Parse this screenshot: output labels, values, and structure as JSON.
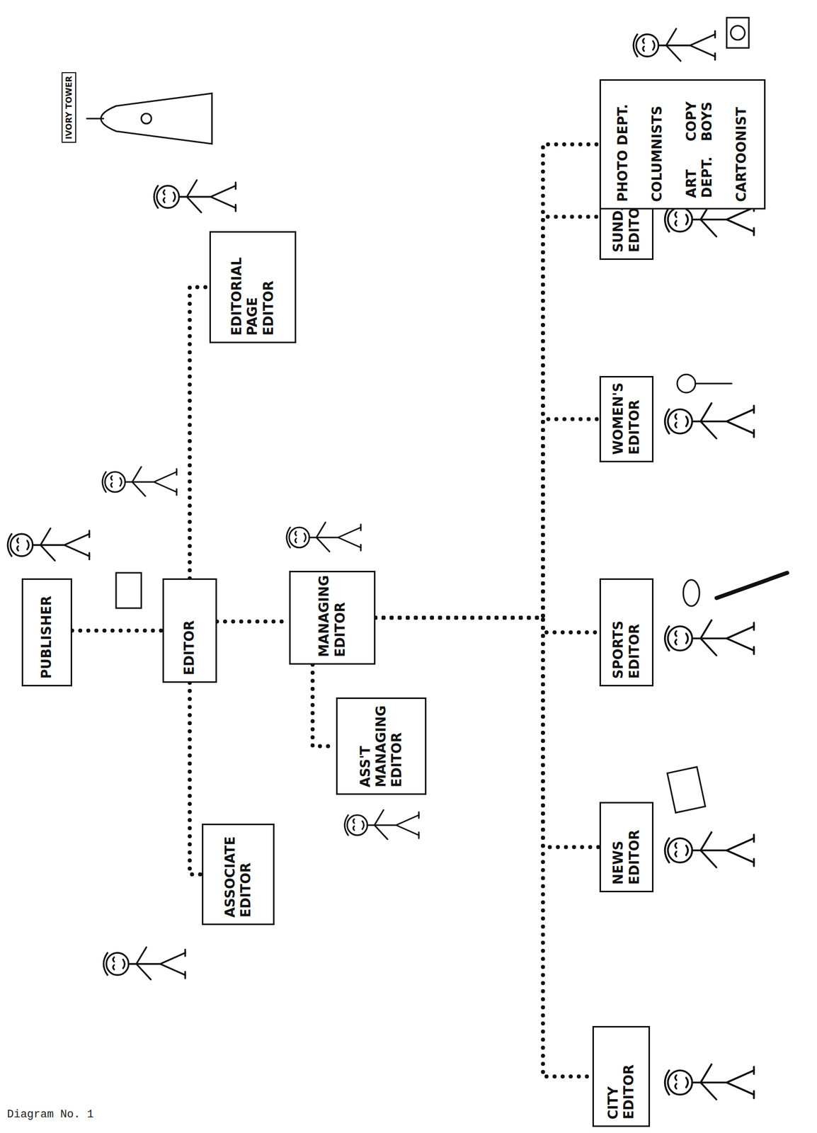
{
  "diagram": {
    "nodes": [
      {
        "text": [
          "PUBLISHER"
        ]
      },
      {
        "text": [
          "EDITOR"
        ]
      },
      {
        "text": [
          "ASSOCIATE EDITOR"
        ]
      },
      {
        "text": [
          "EDITORIAL PAGE EDITOR"
        ]
      },
      {
        "text": [
          "MANAGING EDITOR"
        ]
      },
      {
        "text": [
          "ASS'T MANAGING EDITOR"
        ]
      },
      {
        "text": [
          "CITY EDITOR"
        ]
      },
      {
        "text": [
          "NEWS EDITOR"
        ]
      },
      {
        "text": [
          "SPORTS EDITOR"
        ]
      },
      {
        "text": [
          "WOMEN'S EDITOR"
        ]
      },
      {
        "text": [
          "SUNDAY EDITOR"
        ]
      },
      {
        "text": [
          "PHOTO DEPT.",
          "COLUMNISTS",
          "ART DEPT.",
          "COPY BOYS",
          "CARTOONIST"
        ]
      }
    ],
    "edges": [
      {
        "from": 0,
        "to": 1,
        "arrow": "none"
      },
      {
        "from": 1,
        "to": 2,
        "arrow": "none"
      },
      {
        "from": 1,
        "to": 3,
        "arrow": "none"
      },
      {
        "from": 1,
        "to": 4,
        "arrow": "none"
      },
      {
        "from": 4,
        "to": 5,
        "arrow": "none"
      },
      {
        "from": 4,
        "to": 6,
        "arrow": "none"
      },
      {
        "from": 4,
        "to": 7,
        "arrow": "none"
      },
      {
        "from": 4,
        "to": 8,
        "arrow": "none"
      },
      {
        "from": 4,
        "to": 9,
        "arrow": "none"
      },
      {
        "from": 4,
        "to": 10,
        "arrow": "none"
      },
      {
        "from": 4,
        "to": 11,
        "arrow": "none"
      }
    ],
    "labels": [
      "IVORY TOWER",
      "Diagram No. 1"
    ]
  }
}
